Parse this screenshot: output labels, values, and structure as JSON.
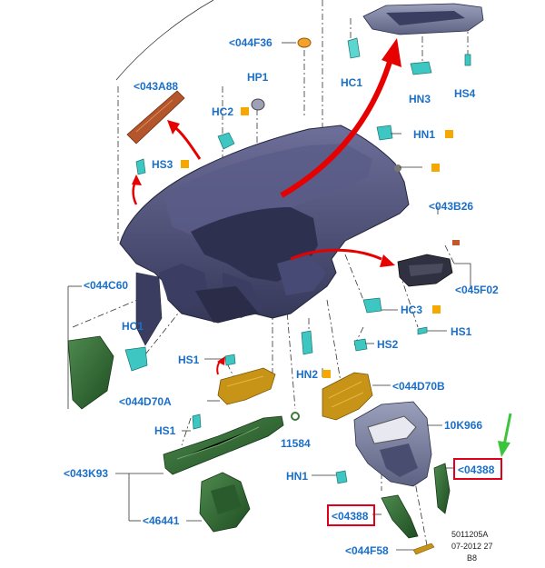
{
  "labels": {
    "p044F36": "<044F36",
    "p043A88": "<043A88",
    "hp1": "HP1",
    "hc2": "HC2",
    "hs3": "HS3",
    "hc1_top": "HC1",
    "hn3": "HN3",
    "hs4": "HS4",
    "hn1_top": "HN1",
    "p043B26": "<043B26",
    "p044C60": "<044C60",
    "p045F02": "<045F02",
    "hc3": "HC3",
    "hc1_left": "HC1",
    "hs1_right": "HS1",
    "hs2": "HS2",
    "hs1_mid": "HS1",
    "hn2": "HN2",
    "p044D70B": "<044D70B",
    "p044D70A": "<044D70A",
    "p10K966": "10K966",
    "hs1_low": "HS1",
    "p11584": "11584",
    "p043K93": "<043K93",
    "hn1_low": "HN1",
    "p04388_right": "<04388",
    "p04388_left": "<04388",
    "p46441": "<46441",
    "p044F58": "<044F58"
  },
  "doc_info": {
    "code": "5011205A",
    "date": "07-2012 27",
    "rev": "B8"
  },
  "colors": {
    "label_blue": "#1a6fc9",
    "marker_orange": "#f5a800",
    "highlight_red": "#e0001b",
    "arrow_red": "#e60000",
    "arrow_green": "#3cc43c",
    "dash_body": "#4b4e7a",
    "trim_green": "#2e6b2e",
    "bracket_gold": "#c89418",
    "clip_teal": "#3ec7c2"
  }
}
